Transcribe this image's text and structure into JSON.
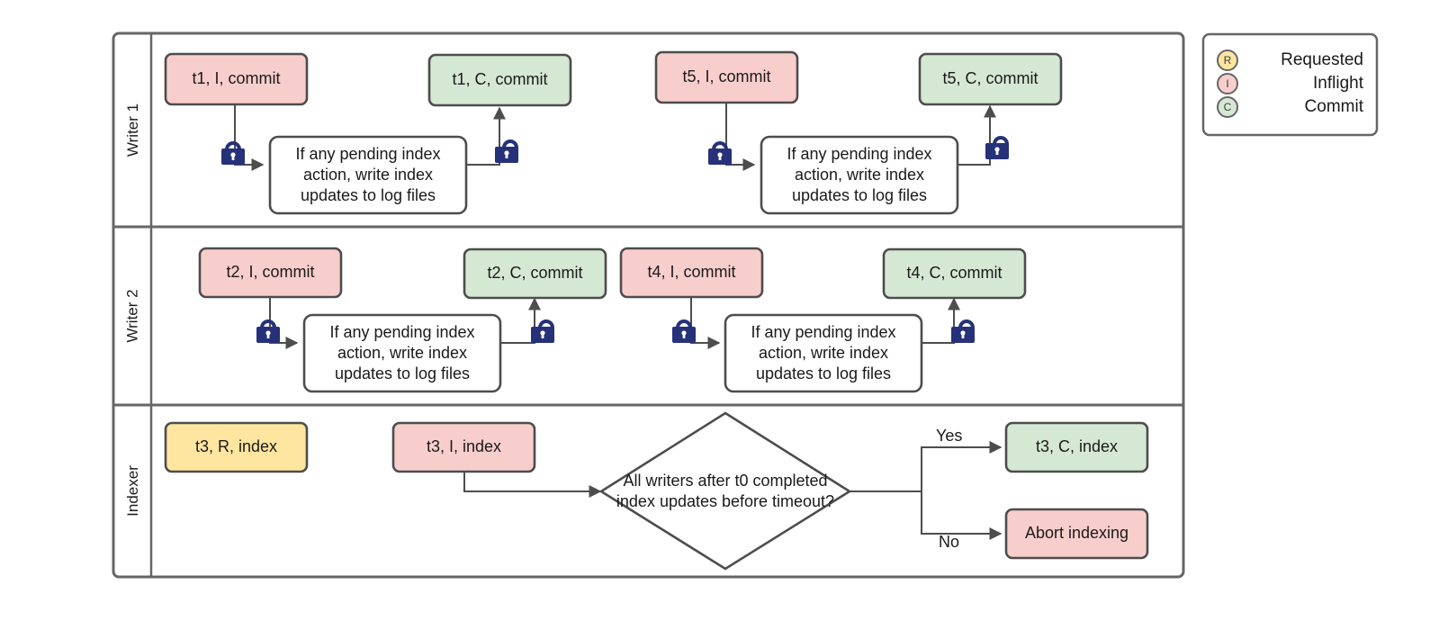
{
  "diagram": {
    "title": "Writer / Indexer swimlane flow",
    "colors": {
      "inflight_fill": "#f8cecc",
      "commit_fill": "#d5e8d4",
      "requested_fill": "#ffe6a0",
      "plain_fill": "#ffffff",
      "node_stroke": "#4d4d4d",
      "lane_stroke": "#666666",
      "lock_color": "#26317a",
      "text_color": "#1a1a1a"
    },
    "lanes": [
      {
        "id": "writer-1",
        "label": "Writer 1"
      },
      {
        "id": "writer-2",
        "label": "Writer 2"
      },
      {
        "id": "indexer",
        "label": "Indexer"
      }
    ],
    "nodes": {
      "w1_t1_inflight": "t1, I, commit",
      "w1_t1_commit": "t1, C, commit",
      "w1_t5_inflight": "t5, I, commit",
      "w1_t5_commit": "t5, C, commit",
      "w1_proc_left": "If any pending index action, write index updates to log files",
      "w1_proc_right": "If any pending index action, write index updates to log files",
      "w2_t2_inflight": "t2, I, commit",
      "w2_t2_commit": "t2, C, commit",
      "w2_t4_inflight": "t4, I, commit",
      "w2_t4_commit": "t4, C, commit",
      "w2_proc_left": "If any pending index action, write index updates to log files",
      "w2_proc_right": "If any pending index action, write index updates to log files",
      "ix_t3_requested": "t3, R, index",
      "ix_t3_inflight": "t3, I, index",
      "ix_decision": "All writers after t0 completed index updates before timeout?",
      "ix_t3_commit": "t3, C, index",
      "ix_abort": "Abort indexing"
    },
    "edge_labels": {
      "yes": "Yes",
      "no": "No"
    },
    "lock_icons": [
      {
        "id": "w1-lock-closed-left",
        "state": "closed"
      },
      {
        "id": "w1-lock-open-left",
        "state": "open"
      },
      {
        "id": "w1-lock-closed-right",
        "state": "closed"
      },
      {
        "id": "w1-lock-open-right",
        "state": "open"
      },
      {
        "id": "w2-lock-closed-left",
        "state": "closed"
      },
      {
        "id": "w2-lock-open-left",
        "state": "open"
      },
      {
        "id": "w2-lock-closed-right",
        "state": "closed"
      },
      {
        "id": "w2-lock-open-right",
        "state": "open"
      }
    ],
    "legend": {
      "items": [
        {
          "letter": "R",
          "label": "Requested",
          "fill": "#ffe6a0"
        },
        {
          "letter": "I",
          "label": "Inflight",
          "fill": "#f8cecc"
        },
        {
          "letter": "C",
          "label": "Commit",
          "fill": "#d5e8d4"
        }
      ]
    }
  }
}
